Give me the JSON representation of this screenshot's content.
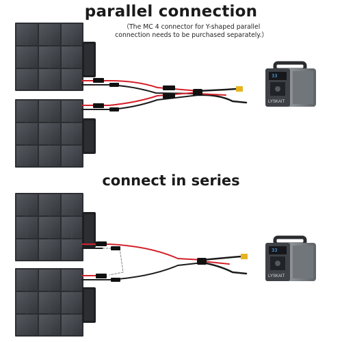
{
  "sections": {
    "parallel": {
      "title": "parallel connection",
      "note_line1": "（The MC 4 connector for Y-shaped parallel",
      "note_line2": "connection needs to be purchased separately.）"
    },
    "series": {
      "title": "connect in series"
    }
  },
  "power_station": {
    "brand": "LYSKAIT",
    "display_1": "33",
    "display_2": "33"
  },
  "colors": {
    "panel": "#3a3d42",
    "panel_edge": "#2a2c30",
    "station_body": "#6d7276",
    "red_wire": "#d4202a",
    "black_wire": "#1b1b1b",
    "xt60": "#e8b320"
  }
}
